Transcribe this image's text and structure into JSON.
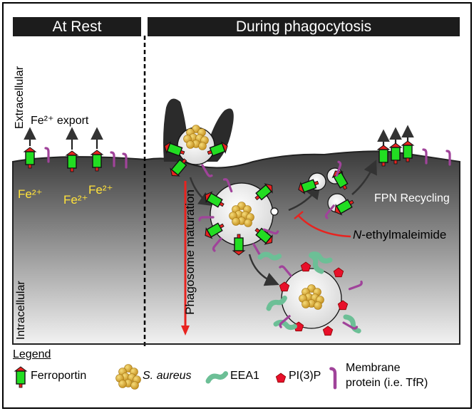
{
  "headers": {
    "at_rest": "At Rest",
    "during_phagocytosis": "During phagocytosis"
  },
  "labels": {
    "extracellular": "Extracellular",
    "intracellular": "Intracellular",
    "fe_export": "Fe²⁺ export",
    "fe_ion": "Fe²⁺",
    "phagosome_maturation": "Phagosome maturation",
    "fpn_recycling": "FPN Recycling",
    "inhibitor_italic": "N",
    "inhibitor_rest": "-ethylmaleimide"
  },
  "legend": {
    "title": "Legend",
    "ferroportin": "Ferroportin",
    "s_aureus": "S. aureus",
    "eea1": "EEA1",
    "pi3p": "PI(3)P",
    "membrane_protein_line1": "Membrane",
    "membrane_protein_line2": "protein (i.e. TfR)"
  },
  "colors": {
    "ferroportin_body": "#22dd22",
    "ferroportin_cap": "#e8231f",
    "membrane_protein": "#a0439a",
    "eea1": "#6cbf96",
    "pi3p": "#e8102a",
    "bacteria": "#dcae3a",
    "fe_text": "#ffe23b",
    "maturation_arrow": "#e8231f",
    "header_bg": "#1c1c1c"
  }
}
